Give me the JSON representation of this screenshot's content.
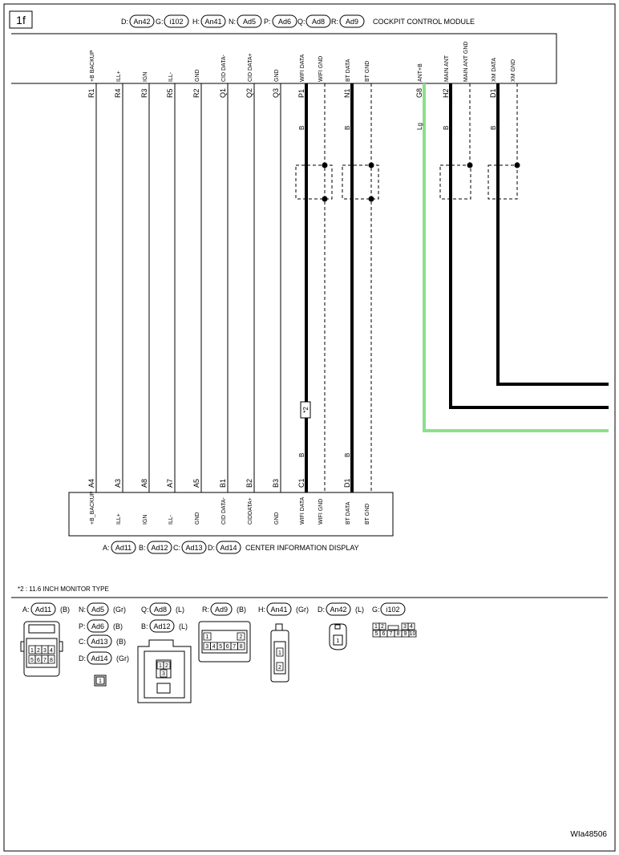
{
  "page_label": "1f",
  "footer_code": "WIa48506",
  "note_marker": "*2",
  "note_text": "*2 : 11.6 INCH MONITOR TYPE",
  "top_module": {
    "title": "COCKPIT CONTROL MODULE",
    "connectors": [
      {
        "letter": "D:",
        "id": "An42"
      },
      {
        "letter": "G:",
        "id": "i102"
      },
      {
        "letter": "H:",
        "id": "An41"
      },
      {
        "letter": "N:",
        "id": "Ad5"
      },
      {
        "letter": "P:",
        "id": "Ad6"
      },
      {
        "letter": "Q:",
        "id": "Ad8"
      },
      {
        "letter": "R:",
        "id": "Ad9"
      }
    ]
  },
  "bottom_module": {
    "title": "CENTER INFORMATION DISPLAY",
    "connectors": [
      {
        "letter": "A:",
        "id": "Ad11"
      },
      {
        "letter": "B:",
        "id": "Ad12"
      },
      {
        "letter": "C:",
        "id": "Ad13"
      },
      {
        "letter": "D:",
        "id": "Ad14"
      }
    ]
  },
  "wires": [
    {
      "top_signal": "+B BACKUP",
      "top_pin": "R1",
      "color_top": "",
      "color_bottom": "",
      "bottom_pin": "A4",
      "bottom_signal": "+B_BACKUP"
    },
    {
      "top_signal": "ILL+",
      "top_pin": "R4",
      "color_top": "",
      "color_bottom": "",
      "bottom_pin": "A3",
      "bottom_signal": "ILL+"
    },
    {
      "top_signal": "IGN",
      "top_pin": "R3",
      "color_top": "",
      "color_bottom": "",
      "bottom_pin": "A8",
      "bottom_signal": "IGN"
    },
    {
      "top_signal": "ILL-",
      "top_pin": "R5",
      "color_top": "",
      "color_bottom": "",
      "bottom_pin": "A7",
      "bottom_signal": "ILL-"
    },
    {
      "top_signal": "GND",
      "top_pin": "R2",
      "color_top": "",
      "color_bottom": "",
      "bottom_pin": "A5",
      "bottom_signal": "GND"
    },
    {
      "top_signal": "CID DATA-",
      "top_pin": "Q1",
      "color_top": "",
      "color_bottom": "",
      "bottom_pin": "B1",
      "bottom_signal": "CID DATA-"
    },
    {
      "top_signal": "CID DATA+",
      "top_pin": "Q2",
      "color_top": "",
      "color_bottom": "",
      "bottom_pin": "B2",
      "bottom_signal": "CIDDATA+"
    },
    {
      "top_signal": "GND",
      "top_pin": "Q3",
      "color_top": "",
      "color_bottom": "",
      "bottom_pin": "B3",
      "bottom_signal": "GND"
    },
    {
      "top_signal": "WIFI DATA",
      "top_pin": "P1",
      "color_top": "B",
      "color_bottom": "B",
      "bottom_pin": "C1",
      "bottom_signal": "WIFI DATA"
    },
    {
      "top_signal": "WIFI GND",
      "top_pin": "",
      "color_top": "",
      "color_bottom": "",
      "bottom_pin": "",
      "bottom_signal": "WIFI GND"
    },
    {
      "top_signal": "BT DATA",
      "top_pin": "N1",
      "color_top": "B",
      "color_bottom": "B",
      "bottom_pin": "D1",
      "bottom_signal": "BT DATA"
    },
    {
      "top_signal": "BT GND",
      "top_pin": "",
      "color_top": "",
      "color_bottom": "",
      "bottom_pin": "",
      "bottom_signal": "BT GND"
    },
    {
      "top_signal": "ANT+B",
      "top_pin": "G8",
      "color_top": "Lg",
      "color_bottom": "",
      "bottom_pin": "",
      "bottom_signal": ""
    },
    {
      "top_signal": "MAIN ANT",
      "top_pin": "H2",
      "color_top": "B",
      "color_bottom": "",
      "bottom_pin": "",
      "bottom_signal": ""
    },
    {
      "top_signal": "MAIN ANT GND",
      "top_pin": "",
      "color_top": "",
      "color_bottom": "",
      "bottom_pin": "",
      "bottom_signal": ""
    },
    {
      "top_signal": "XM DATA",
      "top_pin": "D1",
      "color_top": "B",
      "color_bottom": "",
      "bottom_pin": "",
      "bottom_signal": ""
    },
    {
      "top_signal": "XM GND",
      "top_pin": "",
      "color_top": "",
      "color_bottom": "",
      "bottom_pin": "",
      "bottom_signal": ""
    }
  ],
  "wire_colors": {
    "black": "#000000",
    "light_green": "#8ce08c",
    "line": "#000000"
  },
  "legend": [
    {
      "letter": "A:",
      "id": "Ad11",
      "color": "(B)"
    },
    {
      "letter": "N:",
      "id": "Ad5",
      "color": "(Gr)"
    },
    {
      "letter": "P:",
      "id": "Ad6",
      "color": "(B)"
    },
    {
      "letter": "C:",
      "id": "Ad13",
      "color": "(B)"
    },
    {
      "letter": "D:",
      "id": "Ad14",
      "color": "(Gr)"
    },
    {
      "letter": "Q:",
      "id": "Ad8",
      "color": "(L)"
    },
    {
      "letter": "B:",
      "id": "Ad12",
      "color": "(L)"
    },
    {
      "letter": "R:",
      "id": "Ad9",
      "color": "(B)"
    },
    {
      "letter": "H:",
      "id": "An41",
      "color": "(Gr)"
    },
    {
      "letter": "D:",
      "id": "An42",
      "color": "(L)"
    },
    {
      "letter": "G:",
      "id": "i102",
      "color": ""
    }
  ],
  "connector_faces": {
    "ad11_pins": [
      "1",
      "2",
      "3",
      "4",
      "5",
      "6",
      "7",
      "8"
    ],
    "ad14_pins": [
      "1"
    ],
    "ad8_pins": [
      "1",
      "2",
      "3"
    ],
    "ad9_pins": [
      "1",
      "2",
      "3",
      "4",
      "5",
      "6",
      "7",
      "8"
    ],
    "an41_pins": [
      "1",
      "2"
    ],
    "an42_pins": [
      "1"
    ],
    "i102_pins": [
      "1",
      "2",
      "3",
      "4",
      "5",
      "6",
      "7",
      "8",
      "9",
      "10"
    ]
  }
}
